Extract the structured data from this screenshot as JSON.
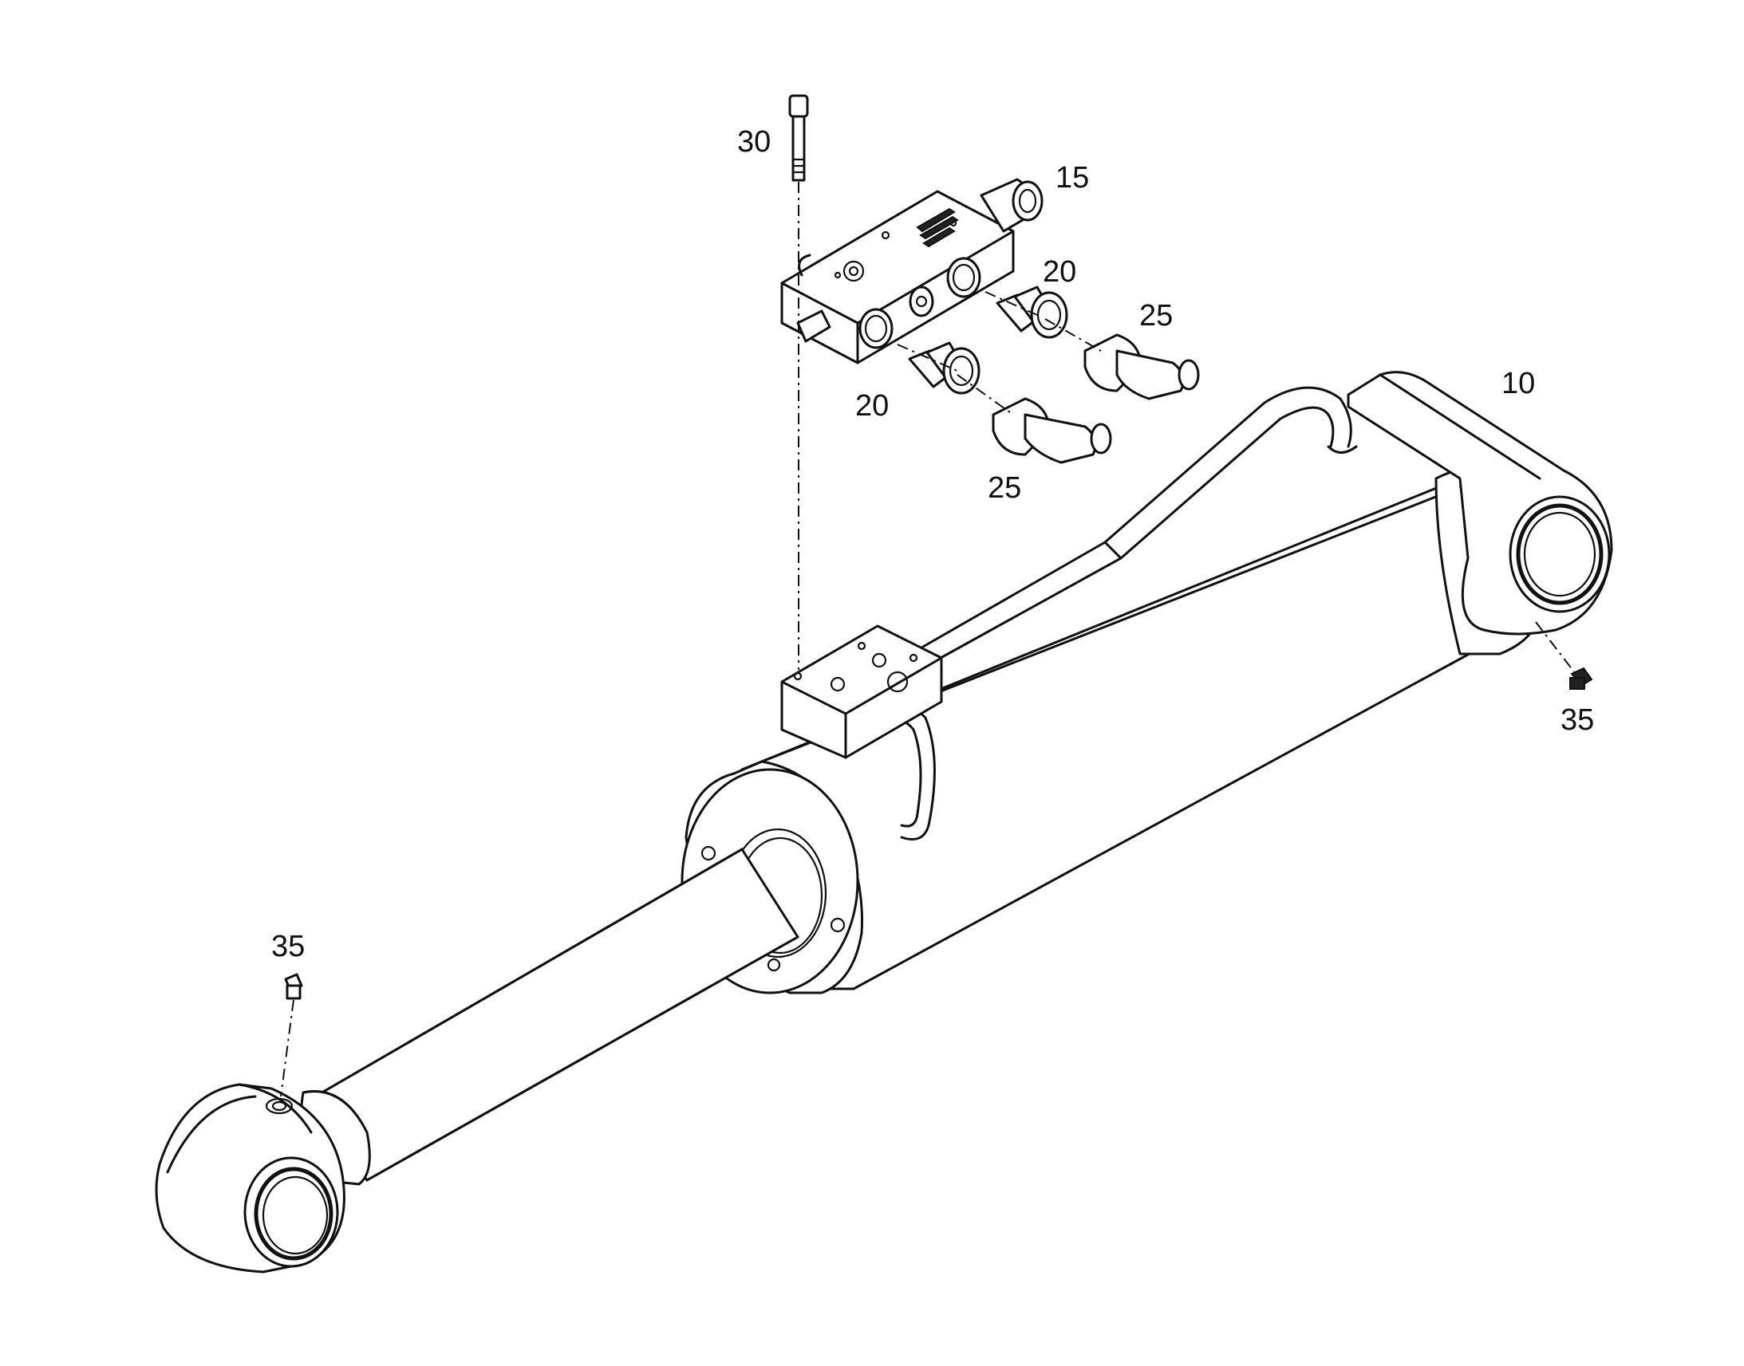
{
  "callouts": {
    "c10": "10",
    "c15": "15",
    "c20_upper": "20",
    "c20_lower": "20",
    "c25_upper": "25",
    "c25_lower": "25",
    "c30": "30",
    "c35_right": "35",
    "c35_left": "35"
  },
  "colors": {
    "line": "#111111",
    "background": "#ffffff"
  }
}
